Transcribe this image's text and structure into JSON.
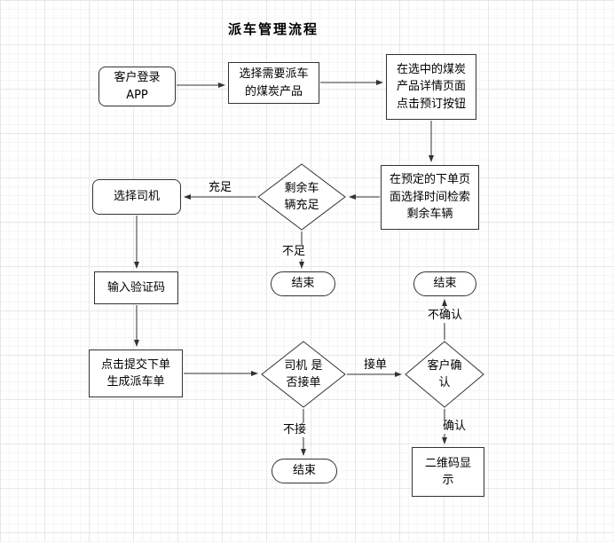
{
  "title": "派车管理流程",
  "nodes": {
    "login": "客户登录\nAPP",
    "select_product": "选择需要派车\n的煤炭产品",
    "detail_page": "在选中的煤炭\n产品详情页面\n点击预订按钮",
    "order_page": "在预定的下单页\n面选择时间检索\n剩余车辆",
    "vehicles_enough": "剩余车\n辆充足",
    "select_driver": "选择司机",
    "verify_code": "输入验证码",
    "submit_order": "点击提交下单\n生成派车单",
    "driver_accept": "司机 是\n否接单",
    "customer_confirm": "客户确\n认",
    "end_vehicles": "结束",
    "end_confirm": "结束",
    "end_driver": "结束",
    "qrcode": "二维码显\n示"
  },
  "edges": [
    {
      "from": "login",
      "to": "select_product",
      "label": ""
    },
    {
      "from": "select_product",
      "to": "detail_page",
      "label": ""
    },
    {
      "from": "detail_page",
      "to": "order_page",
      "label": ""
    },
    {
      "from": "order_page",
      "to": "vehicles_enough",
      "label": ""
    },
    {
      "from": "vehicles_enough",
      "to": "select_driver",
      "label": "充足"
    },
    {
      "from": "vehicles_enough",
      "to": "end_vehicles",
      "label": "不足"
    },
    {
      "from": "select_driver",
      "to": "verify_code",
      "label": ""
    },
    {
      "from": "verify_code",
      "to": "submit_order",
      "label": ""
    },
    {
      "from": "submit_order",
      "to": "driver_accept",
      "label": ""
    },
    {
      "from": "driver_accept",
      "to": "customer_confirm",
      "label": "接单"
    },
    {
      "from": "driver_accept",
      "to": "end_driver",
      "label": "不接"
    },
    {
      "from": "customer_confirm",
      "to": "end_confirm",
      "label": "不确认"
    },
    {
      "from": "customer_confirm",
      "to": "qrcode",
      "label": "确认"
    }
  ]
}
